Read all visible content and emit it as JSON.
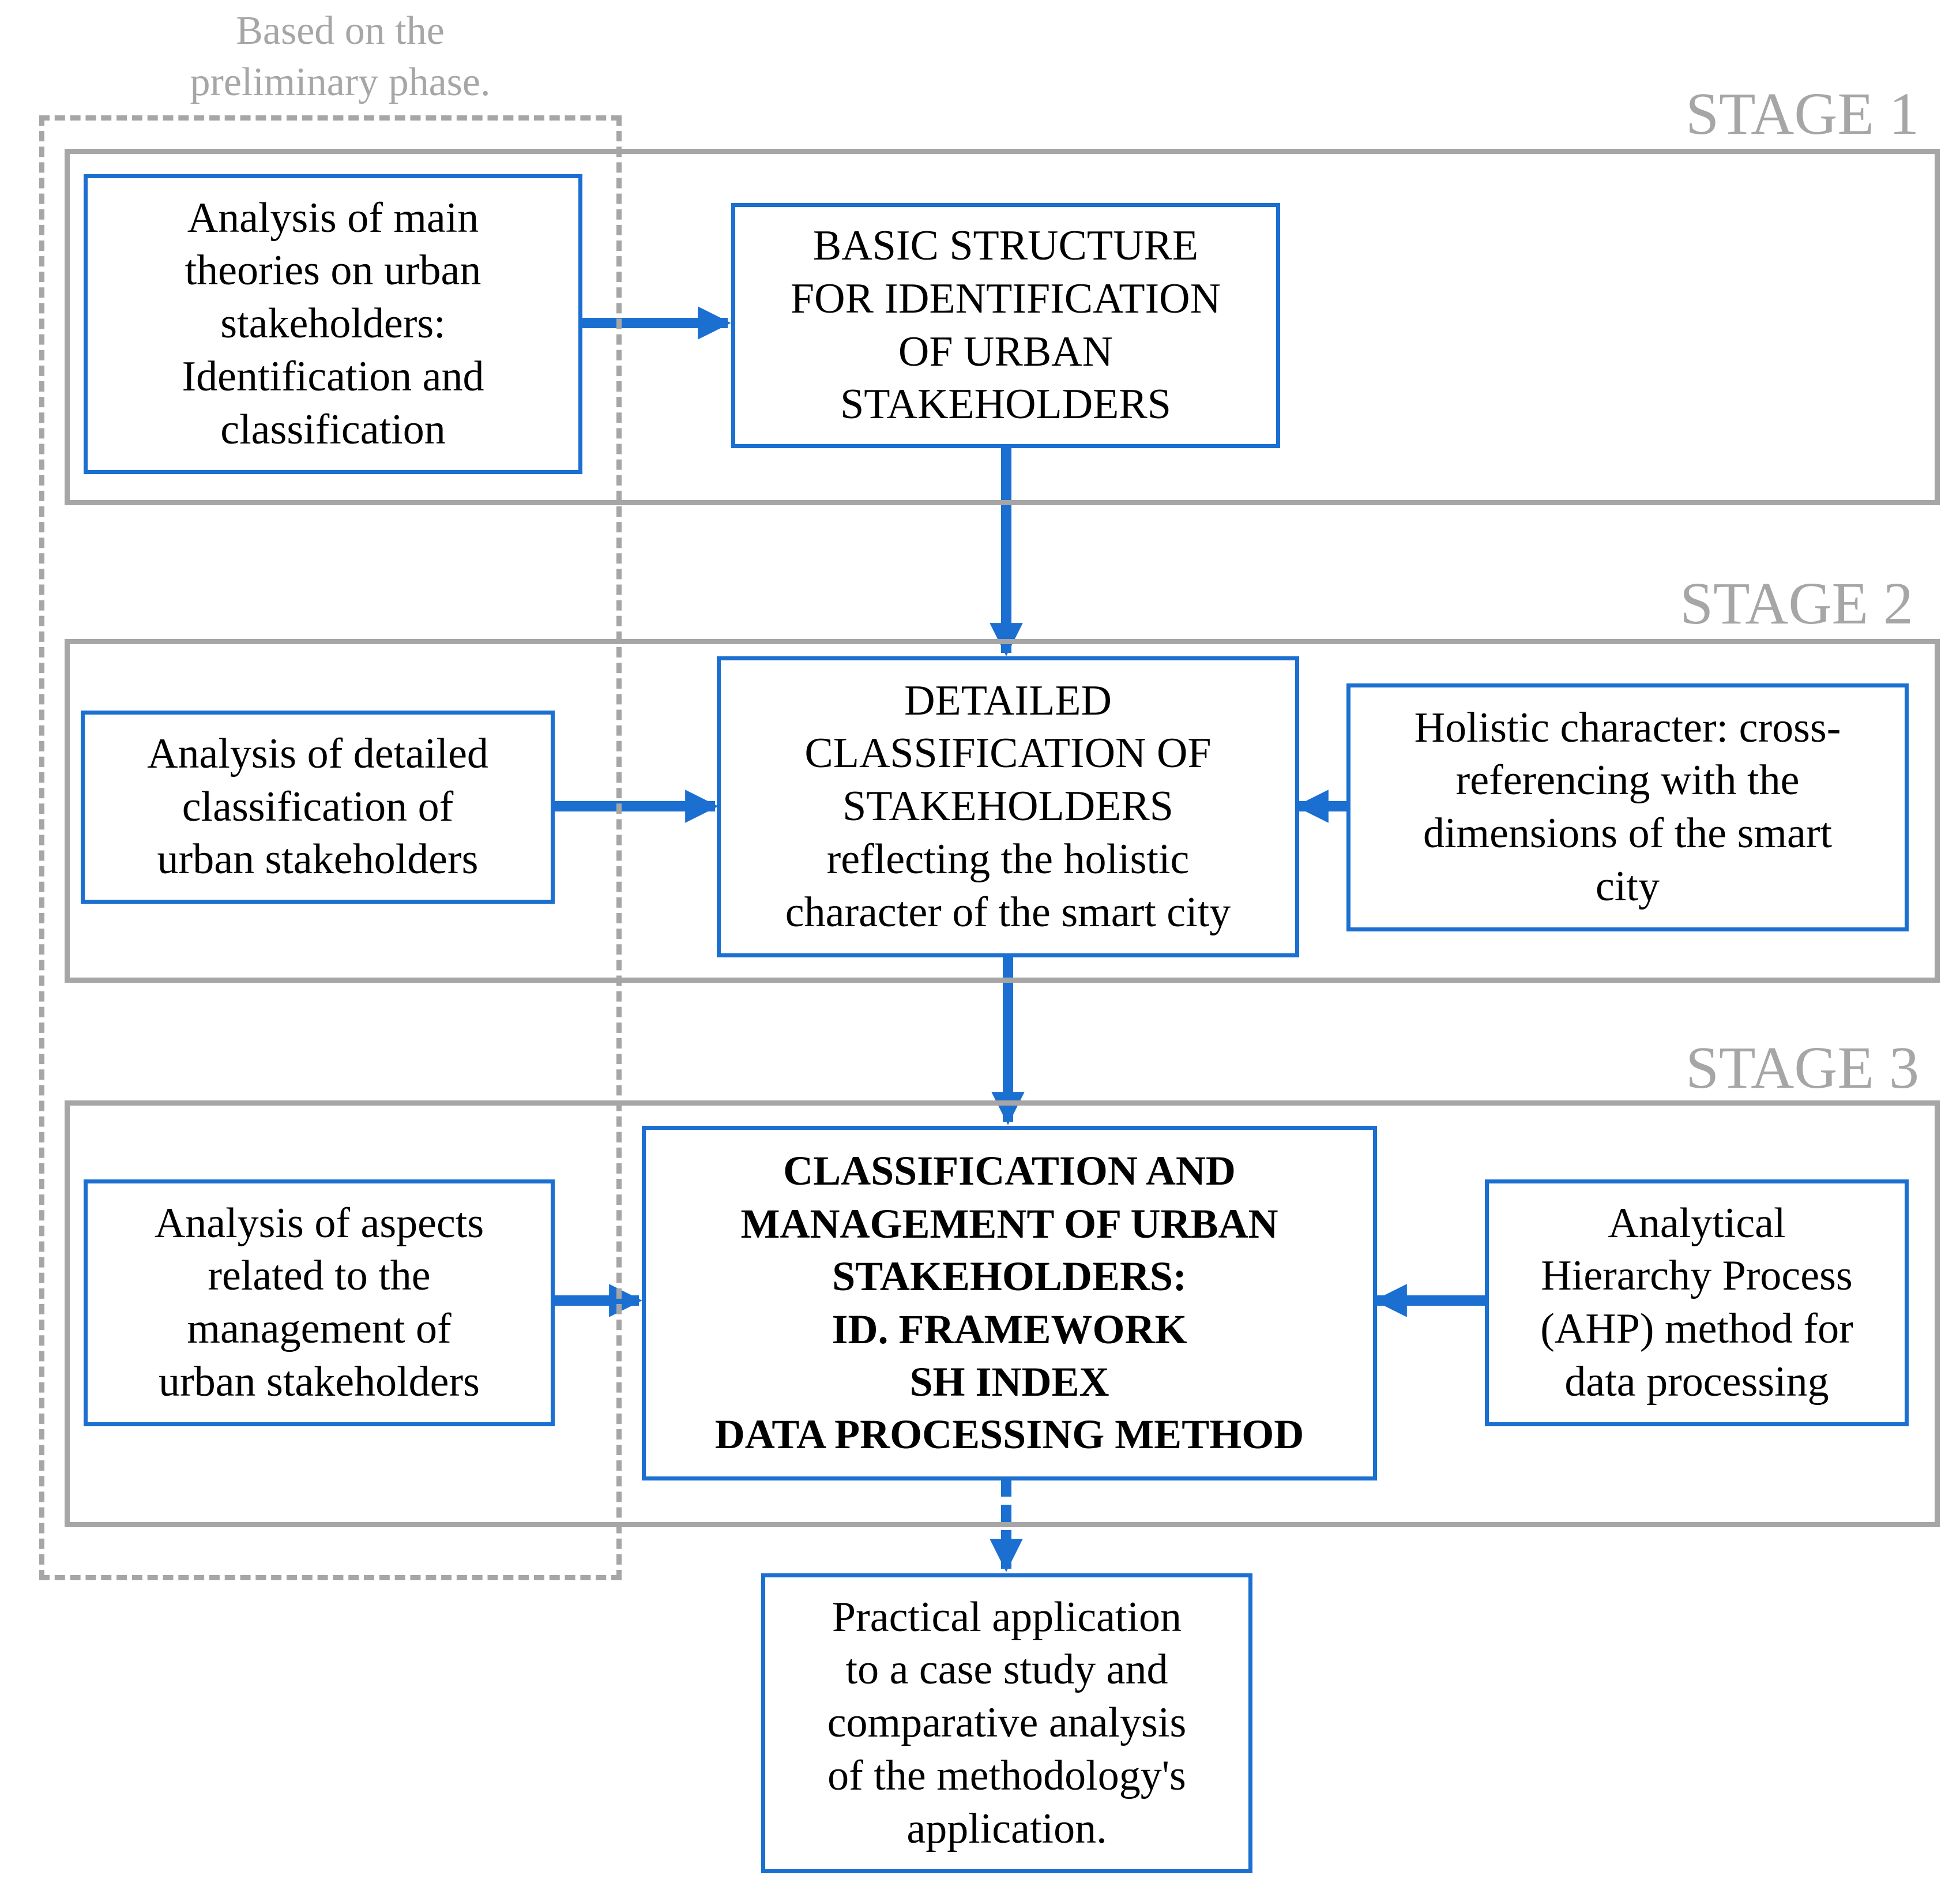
{
  "preliminary": {
    "label": "Based on the\npreliminary phase."
  },
  "stages": [
    {
      "label": "STAGE 1"
    },
    {
      "label": "STAGE 2"
    },
    {
      "label": "STAGE 3"
    }
  ],
  "boxes": {
    "theories": "Analysis of main\ntheories on urban\nstakeholders:\nIdentification and\nclassification",
    "basic_structure": "BASIC STRUCTURE\nFOR IDENTIFICATION\nOF URBAN\nSTAKEHOLDERS",
    "detailed_analysis": "Analysis of detailed\nclassification of\nurban stakeholders",
    "detailed_classification": "DETAILED\nCLASSIFICATION OF\nSTAKEHOLDERS\nreflecting the holistic\ncharacter of the smart city",
    "holistic": "Holistic character: cross-\nreferencing with the\ndimensions of the smart\ncity",
    "aspects": "Analysis of aspects\nrelated to the\nmanagement of\nurban stakeholders",
    "classification_management": "CLASSIFICATION AND\nMANAGEMENT OF URBAN\nSTAKEHOLDERS:\nID. FRAMEWORK\nSH INDEX\nDATA PROCESSING METHOD",
    "ahp": "Analytical\nHierarchy Process\n(AHP) method for\ndata processing",
    "practical": "Practical application\nto a case study and\ncomparative analysis\nof the methodology's\napplication."
  },
  "colors": {
    "accent": "#1a6fd1",
    "frame": "#a6a6a6"
  }
}
